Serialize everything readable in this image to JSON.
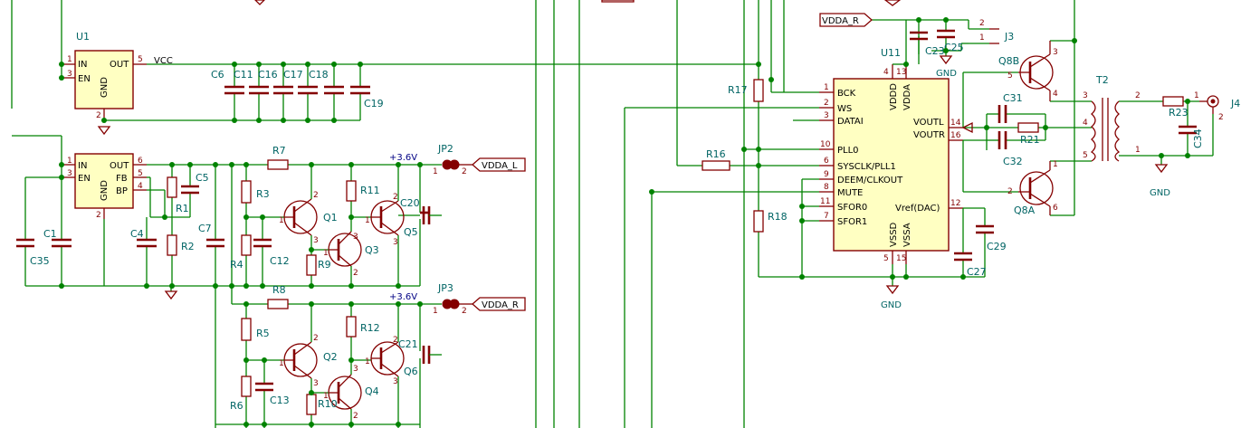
{
  "u1": {
    "ref": "U1",
    "pins": {
      "in": "IN",
      "en": "EN",
      "gnd": "GND",
      "out": "OUT"
    },
    "nums": {
      "p1": "1",
      "p3": "3",
      "p2": "2",
      "p5": "5"
    }
  },
  "u2": {
    "pins": {
      "in": "IN",
      "en": "EN",
      "gnd": "GND",
      "out": "OUT",
      "fb": "FB",
      "bp": "BP"
    },
    "nums": {
      "p1": "1",
      "p3": "3",
      "p2": "2",
      "p6": "6",
      "p5": "5",
      "p4": "4"
    }
  },
  "u11": {
    "ref": "U11",
    "left_pins": [
      {
        "num": "1",
        "name": "BCK"
      },
      {
        "num": "2",
        "name": "WS"
      },
      {
        "num": "3",
        "name": "DATAI"
      },
      {
        "num": "10",
        "name": "PLL0"
      },
      {
        "num": "6",
        "name": "SYSCLK/PLL1"
      },
      {
        "num": "9",
        "name": "DEEM/CLKOUT"
      },
      {
        "num": "8",
        "name": "MUTE"
      },
      {
        "num": "11",
        "name": "SFOR0"
      },
      {
        "num": "7",
        "name": "SFOR1"
      }
    ],
    "right_pins": [
      {
        "num": "14",
        "name": "VOUTL"
      },
      {
        "num": "16",
        "name": "VOUTR"
      },
      {
        "num": "12",
        "name": "Vref(DAC)"
      }
    ],
    "top_pins": [
      {
        "num": "4",
        "name": "VDDD"
      },
      {
        "num": "13",
        "name": "VDDA"
      }
    ],
    "bottom_pins": [
      {
        "num": "5",
        "name": "VSSD"
      },
      {
        "num": "15",
        "name": "VSSA"
      }
    ]
  },
  "nets": {
    "vcc": "VCC",
    "vdda_l": "VDDA_L",
    "vdda_r": "VDDA_R",
    "v36": "+3.6V",
    "gnd": "GND"
  },
  "refs": {
    "c6": "C6",
    "c11": "C11",
    "c16": "C16",
    "c17": "C17",
    "c18": "C18",
    "c19": "C19",
    "c1": "C1",
    "c35": "C35",
    "c4": "C4",
    "c5": "C5",
    "c7": "C7",
    "r1": "R1",
    "r2": "R2",
    "r7": "R7",
    "r3": "R3",
    "r4": "R4",
    "q1": "Q1",
    "c12": "C12",
    "r9": "R9",
    "q3": "Q3",
    "r11": "R11",
    "q5": "Q5",
    "c20": "C20",
    "jp2": "JP2",
    "r8": "R8",
    "r5": "R5",
    "r6": "R6",
    "q2": "Q2",
    "c13": "C13",
    "r10": "R10",
    "q4": "Q4",
    "r12": "R12",
    "q6": "Q6",
    "c21": "C21",
    "jp3": "JP3",
    "r17": "R17",
    "r16": "R16",
    "r18": "R18",
    "c23": "C23",
    "c25": "C25",
    "j3": "J3",
    "c29": "C29",
    "c27": "C27",
    "q8b": "Q8B",
    "q8a": "Q8A",
    "t2": "T2",
    "c31": "C31",
    "r21": "R21",
    "c32": "C32",
    "r23": "R23",
    "c34": "C34",
    "j4": "J4"
  },
  "pinnums": {
    "one": "1",
    "two": "2",
    "three": "3",
    "four": "4",
    "five": "5",
    "six": "6"
  }
}
